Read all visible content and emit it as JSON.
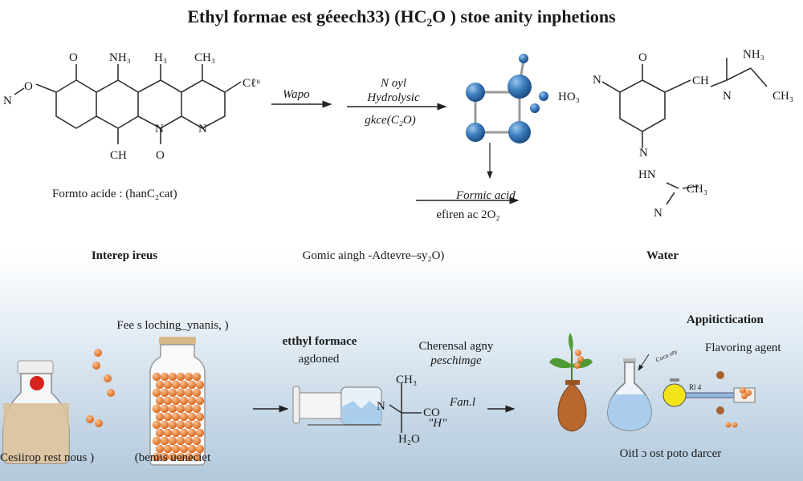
{
  "title": "Ethyl formae est géeech33) (HC₂O ) stoe anity inphetions",
  "top": {
    "left_molecule": {
      "atoms": [
        "O",
        "NH₃",
        "H₃",
        "CH₃",
        "Cℓᵘ",
        "N",
        "O",
        "N",
        "N",
        "CH",
        "O"
      ],
      "caption": "Formto acide : (hanC₂cat)"
    },
    "arrow1_label": "Wapo",
    "arrow2_label_top": "N oyl",
    "arrow2_label_mid": "Hydrolysic",
    "arrow2_label_bottom": "gkce(C₂O)",
    "formic_label": "Formic acid",
    "formic_sub": "efiren ac 2O₂",
    "right_molecule": {
      "atoms": [
        "O",
        "NH₃",
        "N",
        "HO₃",
        "CH",
        "N",
        "CH₃",
        "N",
        "HN",
        "CH₃",
        "N"
      ]
    },
    "captions": [
      "Interep ireus",
      "Gomic aingh -Adtevre–sy₂O)",
      "Water"
    ]
  },
  "bottom": {
    "bottle_caption": "Cesiirop rest nous )",
    "jar_heading": "Fee s loching_ynanis, )",
    "jar_caption": "(bemis ueneciet",
    "process_title_1": "etthyl formace",
    "process_title_2": "agdoned",
    "chem_title_1": "Cherensal agny",
    "chem_title_2": "peschimge",
    "formula": {
      "ch3": "CH₃",
      "n": "N",
      "co": "CO",
      "h": "\"H\"",
      "h2o": "H₂O"
    },
    "fan_label": "Fan.l",
    "applications_heading": "Appitictication",
    "flavoring": "Flavoring agent",
    "flask_note": "Coca oty",
    "device_label": "Rl 4",
    "apps_caption": "Oitl ɔ ost poto darcer"
  },
  "colors": {
    "atom_blue": "#3f7fbf",
    "orange_fruit": "#e8823a",
    "liquid_blue": "#a9cdea",
    "liquid_tan": "#d9c19a"
  }
}
